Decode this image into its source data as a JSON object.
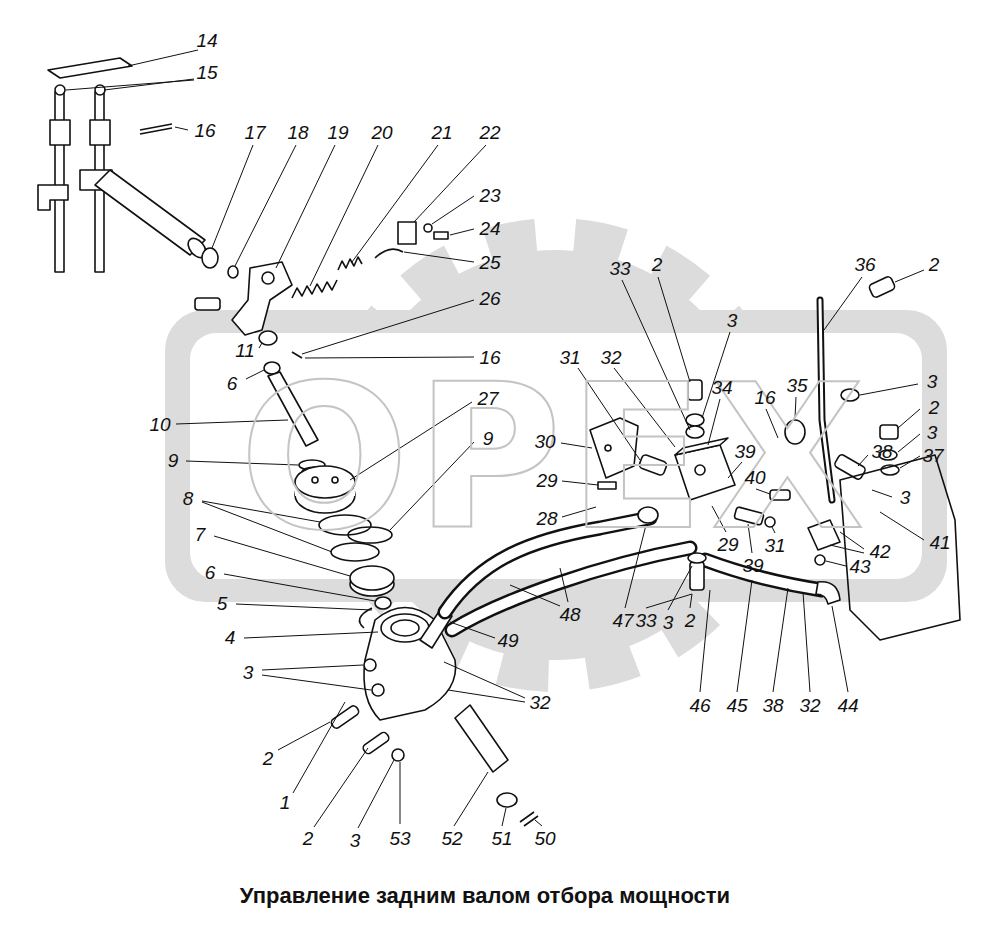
{
  "diagram": {
    "caption": "Управление задним валом отбора мощности",
    "labels": [
      "ОРЕХ",
      "14",
      "15",
      "16",
      "17",
      "18",
      "19",
      "20",
      "21",
      "22",
      "23",
      "24",
      "25",
      "26",
      "16",
      "11",
      "6",
      "10",
      "27",
      "9",
      "9",
      "8",
      "7",
      "6",
      "5",
      "4",
      "3",
      "2",
      "1",
      "2",
      "3",
      "53",
      "52",
      "51",
      "50",
      "32",
      "49",
      "48",
      "47",
      "33",
      "3",
      "2",
      "46",
      "45",
      "38",
      "32",
      "44",
      "33",
      "2",
      "3",
      "36",
      "2",
      "31",
      "32",
      "34",
      "35",
      "16",
      "3",
      "2",
      "3",
      "37",
      "30",
      "29",
      "28",
      "39",
      "40",
      "38",
      "41",
      "42",
      "43",
      "29",
      "39",
      "31",
      "3"
    ]
  }
}
